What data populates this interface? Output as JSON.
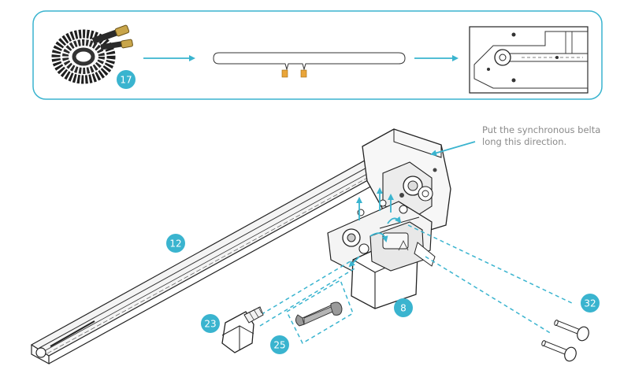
{
  "badges": {
    "b17": "17",
    "b12": "12",
    "b23": "23",
    "b25": "25",
    "b8": "8",
    "b32": "32"
  },
  "note": {
    "line1": "Put the synchronous belta",
    "line2": "long this direction."
  },
  "colors": {
    "accent": "#3ab4cf",
    "outline": "#222222"
  }
}
